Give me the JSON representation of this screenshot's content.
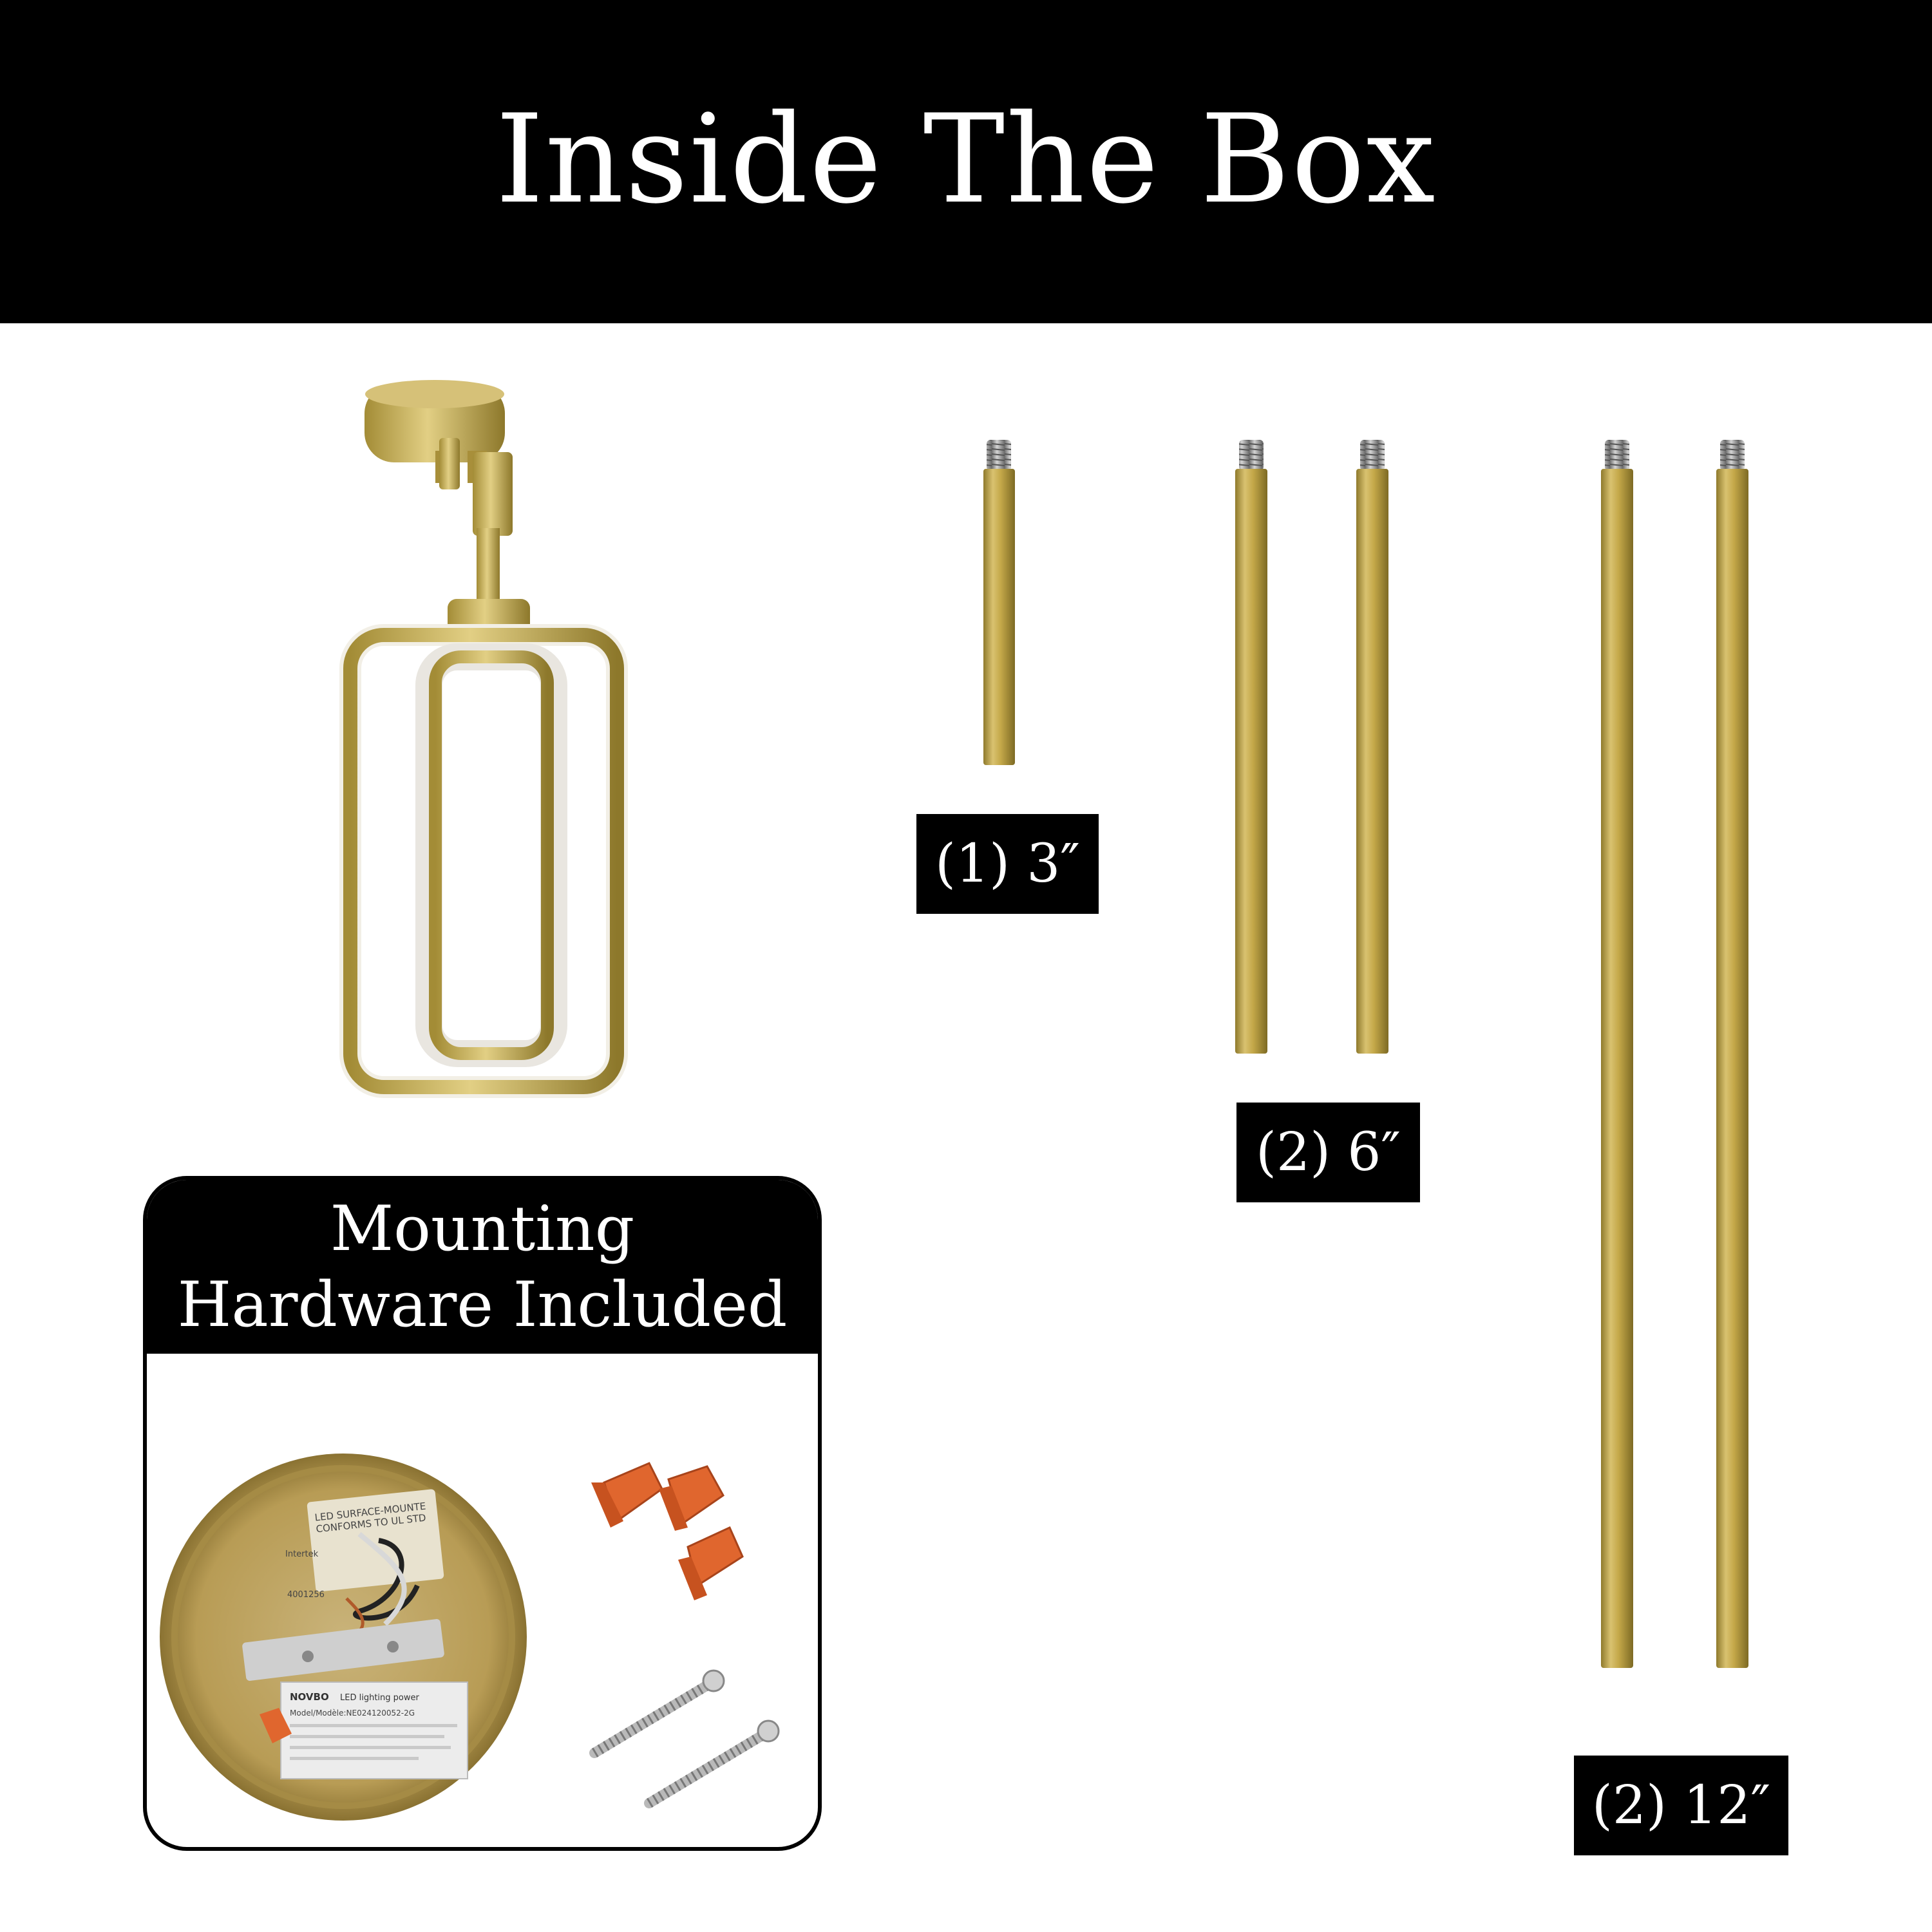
{
  "header": {
    "title": "Inside The Box"
  },
  "labels": {
    "rod_3": "(1) 3″",
    "rod_6": "(2) 6″",
    "rod_12": "(2) 12″"
  },
  "hardware": {
    "line1": "Mounting",
    "line2": "Hardware Included"
  },
  "driver_label": {
    "brand": "NOVBO",
    "title": "LED lighting power",
    "model": "Model/Modèle:NE024120052-2G"
  },
  "sticker": {
    "line1": "LED SURFACE-MOUNTE",
    "line2": "CONFORMS TO UL STD",
    "code": "4001256",
    "maker": "Intertek"
  },
  "colors": {
    "brass": "#c4a849",
    "brass_dark": "#8f7a2c",
    "brass_light": "#e0cc7f",
    "wire_nut": "#e0662e",
    "background": "#ffffff",
    "band": "#000000"
  }
}
